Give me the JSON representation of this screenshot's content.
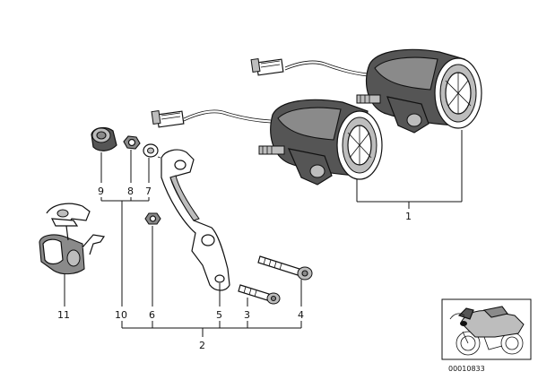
{
  "callouts": {
    "c1": "1",
    "c2": "2",
    "c3": "3",
    "c4": "4",
    "c5": "5",
    "c6": "6",
    "c7": "7",
    "c8": "8",
    "c9": "9",
    "c10": "10",
    "c11": "11"
  },
  "diagram_id": "00010833"
}
